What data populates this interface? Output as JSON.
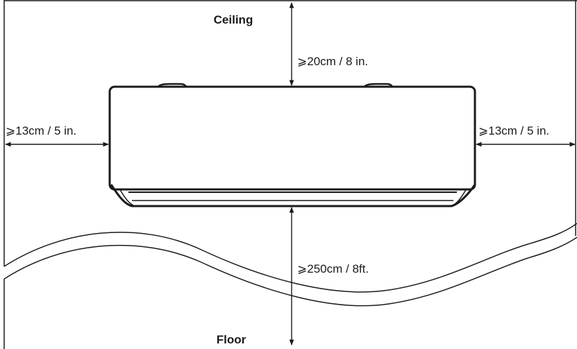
{
  "labels": {
    "ceiling": "Ceiling",
    "floor": "Floor",
    "top_clearance": "⩾20cm / 8 in.",
    "left_clearance": "⩾13cm / 5 in.",
    "right_clearance": "⩾13cm / 5 in.",
    "bottom_clearance": "⩾250cm / 8ft."
  },
  "colors": {
    "line": "#1a1a1a",
    "background": "#ffffff"
  }
}
